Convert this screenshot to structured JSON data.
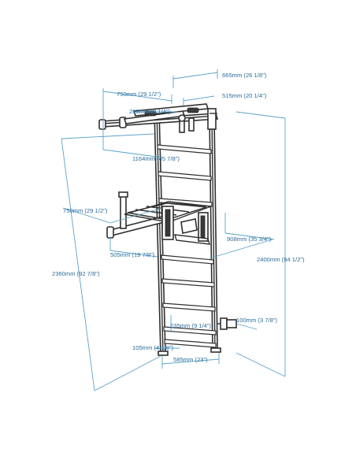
{
  "dimensions": {
    "top_depth": "665mm (26 1/8\")",
    "bar_width": "750mm (29 1/2\")",
    "top_offset": "515mm (20 1/4\")",
    "grip_spacing": "210mm (8 1/4\")",
    "top_drop": "1164mm (45 7/8\")",
    "dip_width": "750mm (29 1/2\")",
    "dip_depth": "908mm (35 3/4\")",
    "dip_arm": "505mm (19 7/8\")",
    "total_height": "2400mm (94 1/2\")",
    "ladder_height": "2360mm (92 7/8\")",
    "bracket_depth": "100mm (3 7/8\")",
    "rung_spacing": "235mm (9 1/4\")",
    "foot": "105mm (4 1/8\")",
    "ladder_width": "585mm (23\")"
  },
  "colors": {
    "dimension_line": "#5aa3c8",
    "dimension_text": "#2b6d99",
    "frame": "#2f2f2f"
  }
}
